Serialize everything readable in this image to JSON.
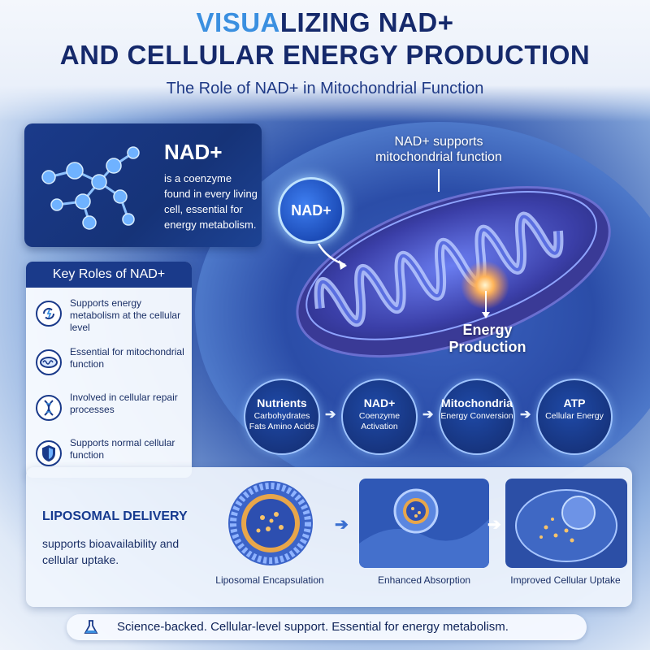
{
  "header": {
    "title_line1_accent": "VISUA",
    "title_line1_rest": "LIZING NAD+",
    "title_line2": "AND CELLULAR ENERGY PRODUCTION",
    "subtitle": "The Role of NAD+ in Mitochondrial Function"
  },
  "nad_panel": {
    "title": "NAD+",
    "description": "is a coenzyme found in every living cell, essential for energy metabolism."
  },
  "key_roles": {
    "heading": "Key Roles of NAD+",
    "items": [
      {
        "icon": "energy-cycle-icon",
        "text": "Supports energy metabolism at the cellular level"
      },
      {
        "icon": "mitochondria-icon",
        "text": "Essential for mitochondrial function"
      },
      {
        "icon": "dna-icon",
        "text": "Involved in cellular repair processes"
      },
      {
        "icon": "shield-icon",
        "text": "Supports normal cellular function"
      }
    ]
  },
  "diagram": {
    "nad_bubble": "NAD+",
    "callout": "NAD+ supports mitochondrial function",
    "energy_label": "Energy Production"
  },
  "flow": [
    {
      "title": "Nutrients",
      "sub": "Carbohydrates Fats Amino Acids"
    },
    {
      "title": "NAD+",
      "sub": "Coenzyme Activation"
    },
    {
      "title": "Mitochondria",
      "sub": "Energy Conversion"
    },
    {
      "title": "ATP",
      "sub": "Cellular Energy"
    }
  ],
  "liposomal": {
    "title": "LIPOSOMAL DELIVERY",
    "description": "supports bioavailability and cellular uptake.",
    "stages": [
      {
        "caption": "Liposomal Encapsulation"
      },
      {
        "caption": "Enhanced Absorption"
      },
      {
        "caption": "Improved Cellular Uptake"
      }
    ]
  },
  "footer": {
    "icon": "flask-icon",
    "text": "Science-backed. Cellular-level support. Essential for energy metabolism."
  },
  "colors": {
    "navy": "#1a3a8a",
    "accent_blue": "#3a8fe0",
    "title_navy": "#15296b"
  }
}
